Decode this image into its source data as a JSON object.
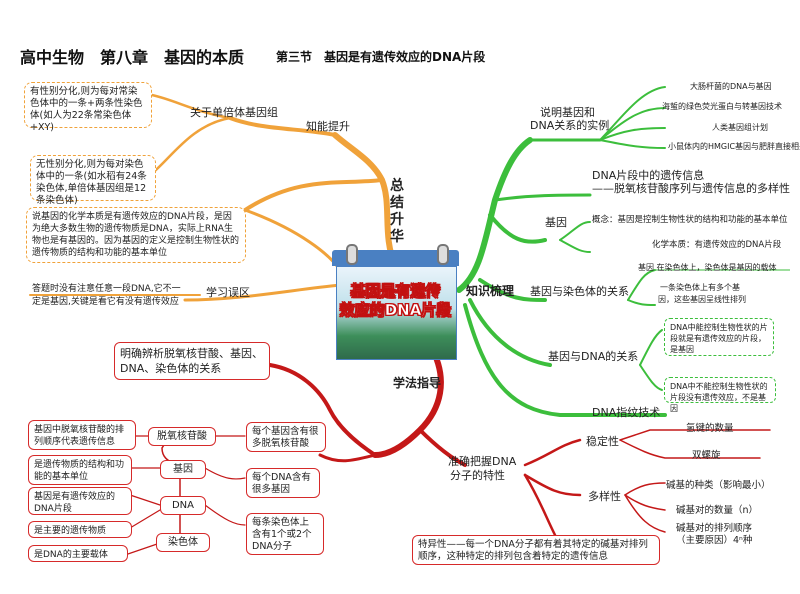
{
  "title": {
    "main": "高中生物　第八章　基因的本质",
    "section": "第三节　基因是有遗传效应的DNA片段"
  },
  "center": {
    "line1": "基因是有遗传",
    "line2": "效应的DNA片段"
  },
  "branches": {
    "summary": "总结升华",
    "knowledge": "知识梳理",
    "method": "学法指导"
  },
  "summary": {
    "ability": "知能提升",
    "about_single": "关于单倍体基因组",
    "box_bisexual": "有性别分化,则为每对常染色体中的一条+两条性染色体(如人为22条常染色体+XY)",
    "box_nonsex": "无性别分化,则为每对染色体中的一条(如水稻有24条染色体,单倍体基因组是12条染色体)",
    "box_rna": "说基因的化学本质是有遗传效应的DNA片段，是因为绝大多数生物的遗传物质是DNA，实际上RNA生物也是有基因的。因为基因的定义是控制生物性状的遗传物质的结构和功能的基本单位",
    "mistake": "学习误区",
    "mistake_text1": "答题时没有注意任意一段DNA,它不一",
    "mistake_text2": "定是基因,关键是看它有没有遗传效应"
  },
  "knowledge": {
    "example_line1": "说明基因和",
    "example_line2": "DNA关系的实例",
    "examples": [
      "大肠杆菌的DNA与基因",
      "海蜇的绿色荧光蛋白与转基因技术",
      "人类基因组计划",
      "小鼠体内的HMGIC基因与肥胖直接相关"
    ],
    "info_line1": "DNA片段中的遗传信息",
    "info_line2": "——脱氧核苷酸序列与遗传信息的多样性",
    "gene": "基因",
    "gene_concept": "概念：基因是控制生物性状的结构和功能的基本单位",
    "gene_nature": "化学本质：有遗传效应的DNA片段",
    "gene_chromosome": "基因与染色体的关系",
    "chrom_1": "基因 在染色体上，染色体是基因的载体",
    "chrom_2a": "一条染色体上有多个基",
    "chrom_2b": "因，这些基因呈线性排列",
    "gene_dna": "基因与DNA的关系",
    "dna_1": "DNA中能控制生物性状的片段就是有遗传效应的片段，是基因",
    "dna_2": "DNA中不能控制生物性状的片段没有遗传效应，不是基因",
    "fingerprint": "DNA指纹技术"
  },
  "method": {
    "distinguish": "明确辨析脱氧核苷酸、基因、DNA、染色体的关系",
    "nucleotide": "脱氧核苷酸",
    "gene": "基因",
    "dna": "DNA",
    "chromosome": "染色体",
    "left_1": "基因中脱氧核苷酸的排列顺序代表遗传信息",
    "left_2": "是遗传物质的结构和功能的基本单位",
    "left_3": "基因是有遗传效应的DNA片段",
    "left_4": "是主要的遗传物质",
    "left_5": "是DNA的主要载体",
    "right_1": "每个基因含有很多脱氧核苷酸",
    "right_2": "每个DNA含有很多基因",
    "right_3": "每条染色体上含有1个或2个DNA分子",
    "grasp_line1": "准确把握DNA",
    "grasp_line2": "分子的特性",
    "stability": "稳定性",
    "stab_1": "氢键的数量",
    "stab_2": "双螺旋",
    "diversity": "多样性",
    "div_1": "碱基的种类（影响最小）",
    "div_2": "碱基对的数量（n）",
    "div_3a": "碱基对的排列顺序",
    "div_3b": "（主要原因）4ⁿ种",
    "specific": "特异性——每一个DNA分子都有着其特定的碱基对排列顺序，这种特定的排列包含着特定的遗传信息"
  },
  "colors": {
    "orange": "#f0a23a",
    "green": "#3cbe3c",
    "red": "#c41818",
    "calendar": "#4a80c2"
  }
}
